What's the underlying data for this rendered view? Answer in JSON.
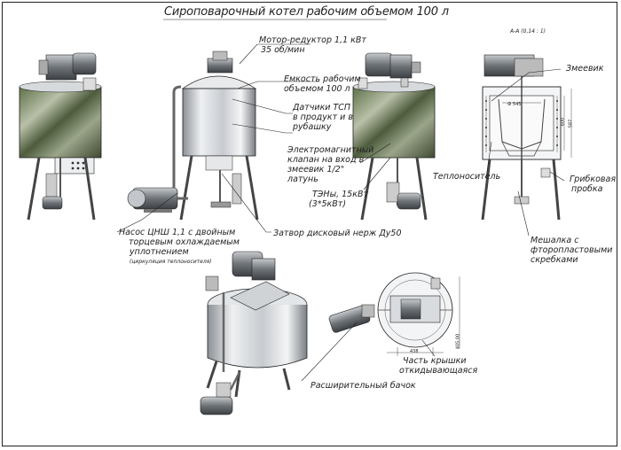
{
  "title": "Сироповарочный котел рабочим объемом 100 л",
  "section_label": "А-А (0,14 : 1)",
  "callouts": {
    "motor_reducer_1": "Мотор-редуктор 1,1 кВт",
    "motor_reducer_2": "35 об/мин",
    "tank_1": "Емкость рабочим",
    "tank_2": "объемом 100 л",
    "sensors_1": "Датчики ТСП",
    "sensors_2": "в продукт и в",
    "sensors_3": "рубашку",
    "valve_1": "Электромагнитный",
    "valve_2": "клапан на вход в",
    "valve_3": "змеевик 1/2\"",
    "valve_4": "латунь",
    "heaters_1": "ТЭНы, 15кВт",
    "heaters_2": "(3*5кВт)",
    "coil": "Змеевик",
    "heat_carrier": "Теплоноситель",
    "mushroom_1": "Грибковая",
    "mushroom_2": "пробка",
    "butterfly": "Затвор дисковый нерж Ду50",
    "pump_1": "Насос ЦНШ 1,1 с двойным",
    "pump_2": "торцевым охлаждаемым",
    "pump_3": "уплотнением",
    "pump_4": "(циркуляция теплоносителя)",
    "mixer_1": "Мешалка с",
    "mixer_2": "фторопластовыми",
    "mixer_3": "скребками",
    "lid_1": "Часть крышки",
    "lid_2": "откидывающаяся",
    "expansion": "Расширительный бачок"
  },
  "dimensions": {
    "phi": "Ф 545",
    "d1": "600",
    "d2": "587",
    "d3": "438",
    "d4": "405.00"
  },
  "colors": {
    "line": "#222222",
    "steel_light": "#e4e6e8",
    "steel_dark": "#7d8288",
    "photo_green": "#6f8a55",
    "motor": "#9aa0a6"
  }
}
